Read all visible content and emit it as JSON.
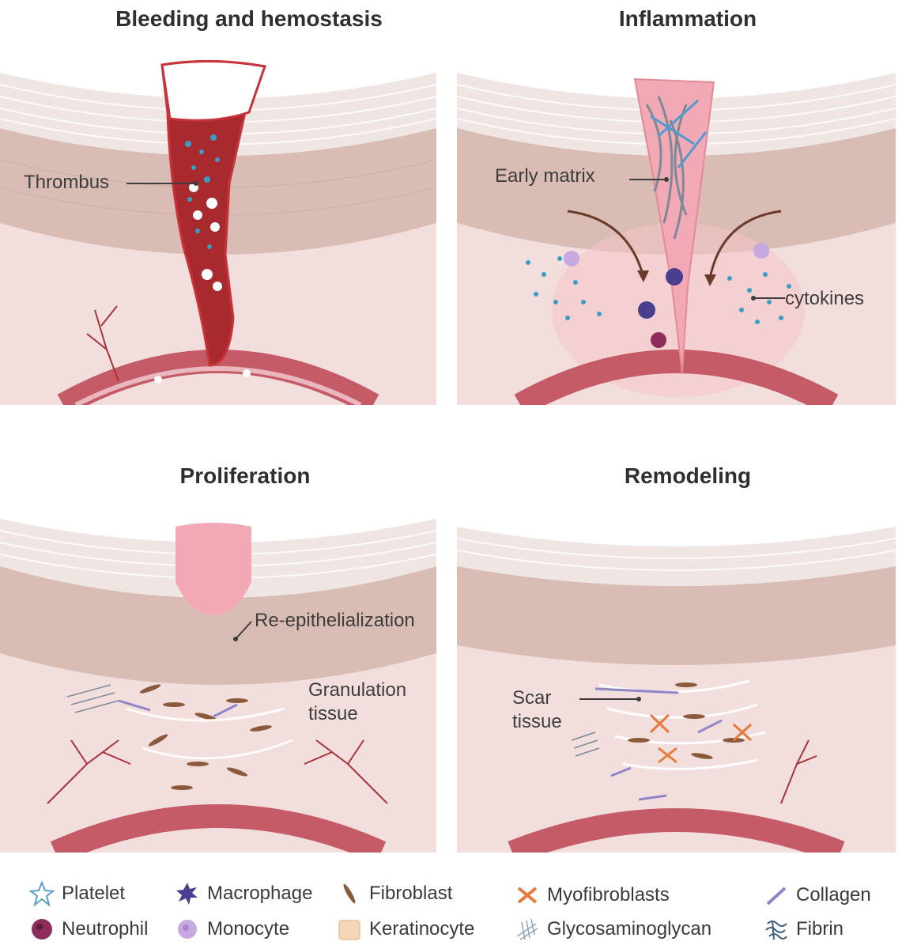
{
  "panels": {
    "hemostasis": {
      "title": "Bleeding and hemostasis",
      "labels": {
        "thrombus": "Thrombus"
      }
    },
    "inflammation": {
      "title": "Inflammation",
      "labels": {
        "early_matrix": "Early matrix",
        "cytokines": "cytokines"
      }
    },
    "proliferation": {
      "title": "Proliferation",
      "labels": {
        "reepithelialization": "Re-epithelialization",
        "granulation": "Granulation\ntissue"
      }
    },
    "remodeling": {
      "title": "Remodeling",
      "labels": {
        "scar": "Scar\ntissue"
      }
    }
  },
  "legend": {
    "row1": [
      "Platelet",
      "Macrophage",
      "Fibroblast",
      "Myofibroblasts",
      "Collagen"
    ],
    "row2": [
      "Neutrophil",
      "Monocyte",
      "Keratinocyte",
      "Glycosaminoglycan",
      "Fibrin"
    ]
  },
  "colors": {
    "dermis": "#f3dede",
    "epidermis": "#d9bcb3",
    "stratum": "#efe6e3",
    "blood": "#a92a2e",
    "vessel": "#c45b66",
    "wound_pink": "#f2a9b5",
    "cytokine": "#3a9ec4",
    "macrophage": "#4a3f8f",
    "monocyte": "#c7a8e0",
    "neutrophil": "#8e2d5c",
    "fibroblast": "#8b5a3c",
    "myofibroblast": "#e57a3c",
    "collagen": "#8e86c8"
  }
}
